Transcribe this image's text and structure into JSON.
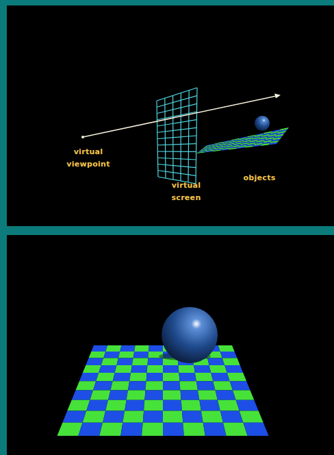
{
  "diagram": {
    "labels": [
      "virtual viewpoint",
      "virtual screen",
      "objects"
    ]
  }
}
